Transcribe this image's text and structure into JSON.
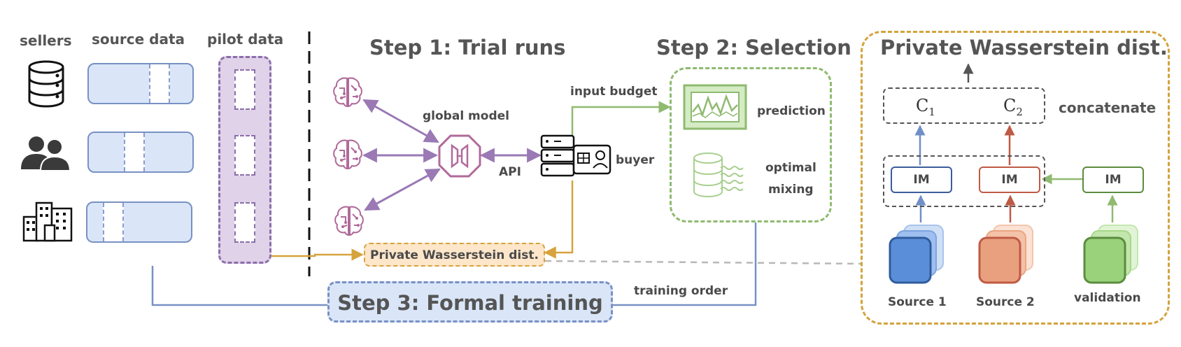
{
  "left_panel": {
    "headers": {
      "sellers": "sellers",
      "source_data": "source data",
      "pilot_data": "pilot data"
    },
    "seller_icons": [
      "database-icon",
      "users-icon",
      "buildings-icon"
    ]
  },
  "step1": {
    "title": "Step 1: Trial runs",
    "global_model": "global model",
    "api": "API",
    "buyer": "buyer",
    "input_budget": "input budget",
    "private_wasserstein": "Private Wasserstein dist."
  },
  "step2": {
    "title": "Step 2: Selection",
    "prediction": "prediction",
    "optimal": "optimal",
    "mixing": "mixing"
  },
  "step3": {
    "title": "Step 3: Formal training",
    "training_order": "training order"
  },
  "right_panel": {
    "title": "Private Wasserstein dist.",
    "c1_base": "C",
    "c1_sub": "1",
    "c2_base": "C",
    "c2_sub": "2",
    "concatenate": "concatenate",
    "im": "IM",
    "source1": "Source 1",
    "source2": "Source 2",
    "validation": "validation"
  },
  "colors": {
    "purple": "#9a79b4",
    "green": "#8fba70",
    "gold": "#d6a33c",
    "blue": "#7891c4",
    "red": "#bf5a44",
    "source1_fill": "#5b8ed8",
    "source2_fill": "#e9a07e",
    "validation_fill": "#99d27a"
  }
}
